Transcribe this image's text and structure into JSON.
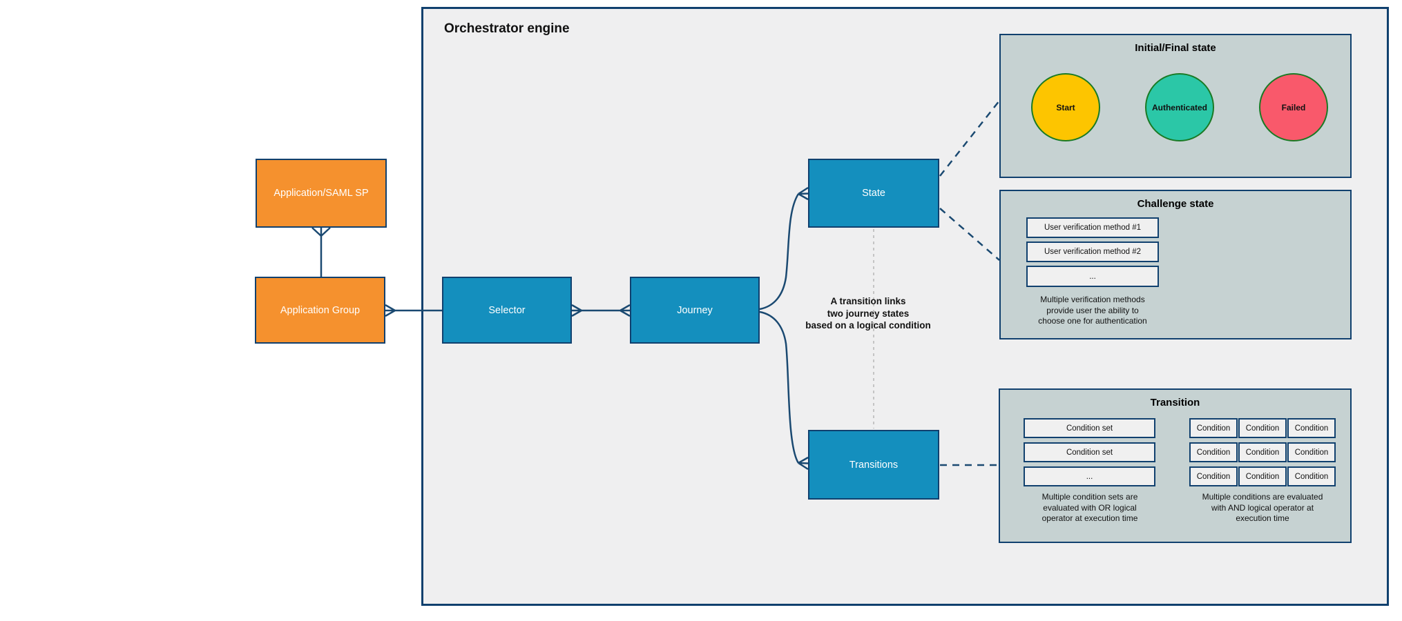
{
  "colors": {
    "navy": "#10406E",
    "line": "#1A4971",
    "node_blue": "#148FBE",
    "node_orange": "#F5912E",
    "engine_bg": "#EFEFF0",
    "panel_bg": "#C6D2D2",
    "inner_bg": "#F0F0F0",
    "circle_green": "#1A7A24",
    "gray_dash": "#B5B5B5",
    "canvas_bg": "#FFFFFF"
  },
  "orchestrator": {
    "title": "Orchestrator engine"
  },
  "nodes": {
    "app_saml": {
      "label": "Application/SAML SP"
    },
    "app_group": {
      "label": "Application Group"
    },
    "selector": {
      "label": "Selector"
    },
    "journey": {
      "label": "Journey"
    },
    "state": {
      "label": "State"
    },
    "transitions": {
      "label": "Transitions"
    }
  },
  "annotation": {
    "text": "A transition links\ntwo journey states\nbased on a logical condition"
  },
  "initial_final_panel": {
    "title": "Initial/Final state",
    "states": [
      {
        "label": "Start",
        "color": "#FDC500"
      },
      {
        "label": "Authenticated",
        "color": "#2BC7A7"
      },
      {
        "label": "Failed",
        "color": "#F9596B"
      }
    ]
  },
  "challenge_panel": {
    "title": "Challenge state",
    "methods": [
      "User verification method #1",
      "User verification method #2",
      "..."
    ],
    "caption": "Multiple verification methods\nprovide user the ability to\nchoose one for authentication"
  },
  "transition_panel": {
    "title": "Transition",
    "condition_sets": [
      "Condition set",
      "Condition set",
      "..."
    ],
    "condition_label": "Condition",
    "left_caption": "Multiple condition sets are\nevaluated with OR logical\noperator at execution time",
    "right_caption": "Multiple conditions are evaluated\nwith AND logical operator at\nexecution time"
  }
}
